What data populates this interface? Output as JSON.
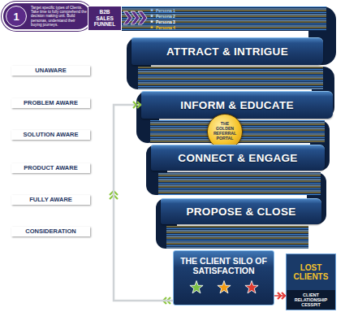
{
  "diagram": {
    "nodes": [
      {
        "text": [
          "Target specific types of Clients. Take time to fully comprehend the decision making unit. Build personas, understand their buying journeys."
        ]
      },
      {
        "text": [
          "1"
        ],
        "in": 0
      },
      {
        "text": [
          "B2B SALES FUNNEL"
        ]
      },
      {
        "text": [
          "ATTRACT & INTRIGUE"
        ]
      },
      {
        "text": [
          "UNAWARE"
        ]
      },
      {
        "text": [
          "INFORM & EDUCATE"
        ]
      },
      {
        "text": [
          "PROBLEM AWARE"
        ]
      },
      {
        "text": [
          "THE GOLDEN REFERRAL PORTAL"
        ]
      },
      {
        "text": [
          "SOLUTION AWARE"
        ]
      },
      {
        "text": [
          "CONNECT & ENGAGE"
        ]
      },
      {
        "text": [
          "PRODUCT AWARE"
        ]
      },
      {
        "text": [
          "PROPOSE & CLOSE"
        ]
      },
      {
        "text": [
          "FULLY AWARE"
        ]
      },
      {
        "text": [
          "CONSIDERATION"
        ]
      },
      {
        "text": [
          "THE CLIENT SILO OF SATISFACTION"
        ]
      },
      {
        "text": [
          "LOST CLIENTS",
          "CLIENT RELATIONSHIP CESSPIT"
        ]
      }
    ],
    "edges": [
      {
        "from": 14,
        "to": 5,
        "arrow": "to"
      },
      {
        "from": 14,
        "to": 15,
        "arrow": "to"
      }
    ],
    "labels": [
      "Persona 1",
      "Persona 2",
      "Persona 3",
      "Persona 4"
    ]
  }
}
